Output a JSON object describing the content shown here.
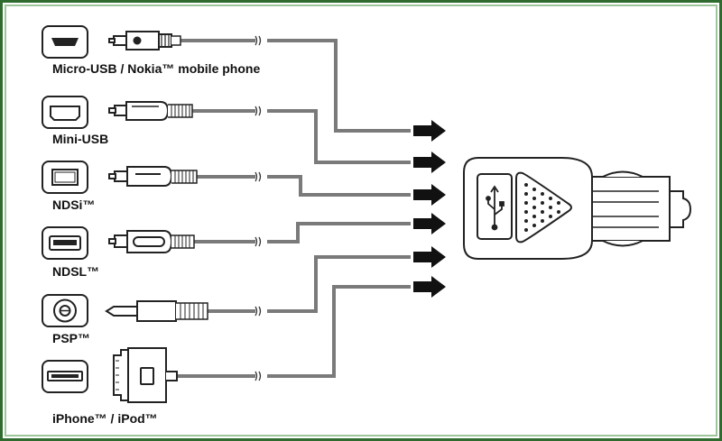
{
  "diagram": {
    "connectors": [
      {
        "label": "Micro-USB / Nokia™ mobile phone"
      },
      {
        "label": "Mini-USB"
      },
      {
        "label": "NDSi™"
      },
      {
        "label": "NDSL™"
      },
      {
        "label": "PSP™"
      },
      {
        "label": "iPhone™ / iPod™"
      }
    ],
    "charger": {
      "icon": "usb-icon",
      "vent_icon": "speaker-grille-icon"
    },
    "colors": {
      "cable": "#777777",
      "outline": "#222222",
      "frame": "#2f6b2e",
      "frame_inner": "#9dc59a"
    }
  }
}
